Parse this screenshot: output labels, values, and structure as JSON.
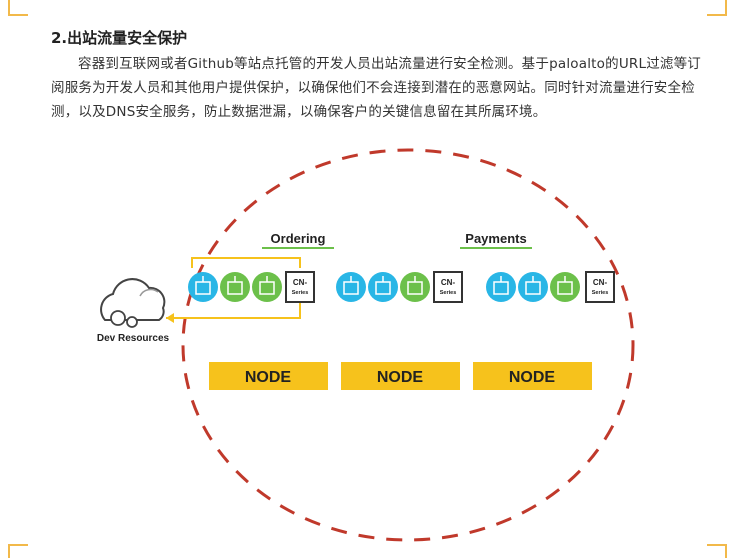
{
  "article": {
    "heading": "2.出站流量安全保护",
    "paragraph": "容器到互联网或者Github等站点托管的开发人员出站流量进行安全检测。基于paloalto的URL过滤等订阅服务为开发人员和其他用户提供保护，以确保他们不会连接到潜在的恶意网站。同时针对流量进行安全检测，以及DNS安全服务，防止数据泄漏，以确保客户的关键信息留在其所属环境。"
  },
  "diagram": {
    "dev_resources": "Dev Resources",
    "group_labels": [
      "Ordering",
      "Payments"
    ],
    "cn_series": {
      "line1": "CN-",
      "line2": "Series"
    },
    "nodes": [
      "NODE",
      "NODE",
      "NODE"
    ],
    "colors": {
      "dash": "#c0392b",
      "blue_pod": "#29b6e6",
      "green_pod": "#6cc04a",
      "node_fill": "#f6c21c",
      "arrow": "#f6c21c"
    }
  }
}
